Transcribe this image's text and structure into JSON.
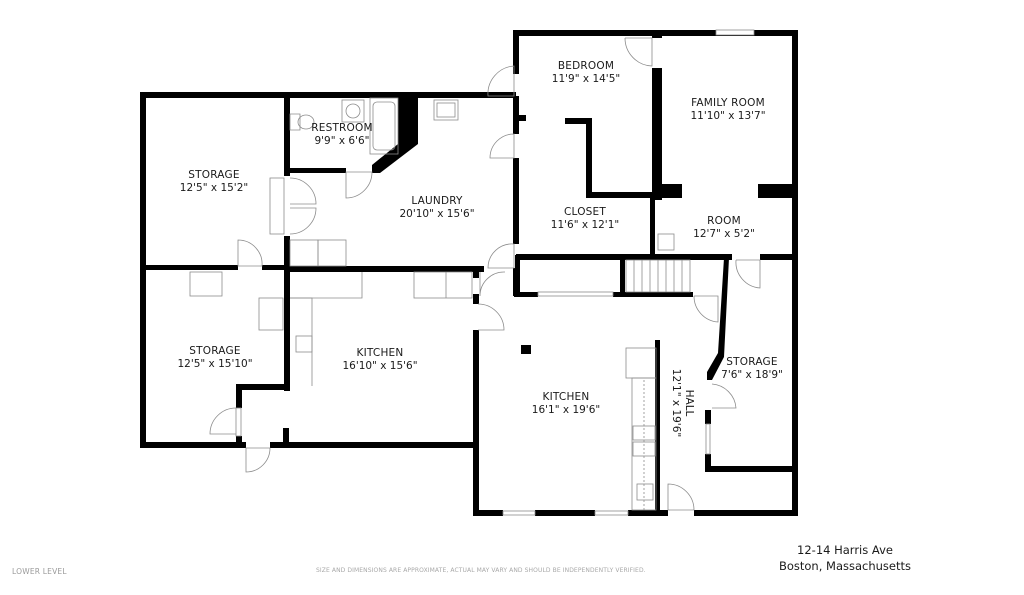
{
  "floor_plan": {
    "level": "LOWER LEVEL",
    "disclaimer": "SIZE AND DIMENSIONS ARE APPROXIMATE, ACTUAL MAY VARY AND SHOULD BE INDEPENDENTLY VERIFIED.",
    "address": {
      "line1": "12-14 Harris Ave",
      "line2": "Boston, Massachusetts"
    },
    "colors": {
      "wall": "#000000",
      "fixture": "#8c8c8c",
      "background": "#ffffff",
      "text": "#1a1a1a"
    },
    "rooms": [
      {
        "id": "bedroom",
        "name": "BEDROOM",
        "dimensions": "11'9\" x 14'5\""
      },
      {
        "id": "family-room",
        "name": "FAMILY ROOM",
        "dimensions": "11'10\" x 13'7\""
      },
      {
        "id": "restroom",
        "name": "RESTROOM",
        "dimensions": "9'9\" x 6'6\""
      },
      {
        "id": "storage-1",
        "name": "STORAGE",
        "dimensions": "12'5\" x 15'2\""
      },
      {
        "id": "laundry",
        "name": "LAUNDRY",
        "dimensions": "20'10\" x 15'6\""
      },
      {
        "id": "closet",
        "name": "CLOSET",
        "dimensions": "11'6\" x 12'1\""
      },
      {
        "id": "room",
        "name": "ROOM",
        "dimensions": "12'7\" x 5'2\""
      },
      {
        "id": "storage-2",
        "name": "STORAGE",
        "dimensions": "12'5\" x 15'10\""
      },
      {
        "id": "kitchen-1",
        "name": "KITCHEN",
        "dimensions": "16'10\" x 15'6\""
      },
      {
        "id": "storage-3",
        "name": "STORAGE",
        "dimensions": "7'6\" x 18'9\""
      },
      {
        "id": "kitchen-2",
        "name": "KITCHEN",
        "dimensions": "16'1\" x 19'6\""
      },
      {
        "id": "hall",
        "name": "HALL",
        "dimensions": "12'1\" x 19'6\""
      }
    ]
  }
}
